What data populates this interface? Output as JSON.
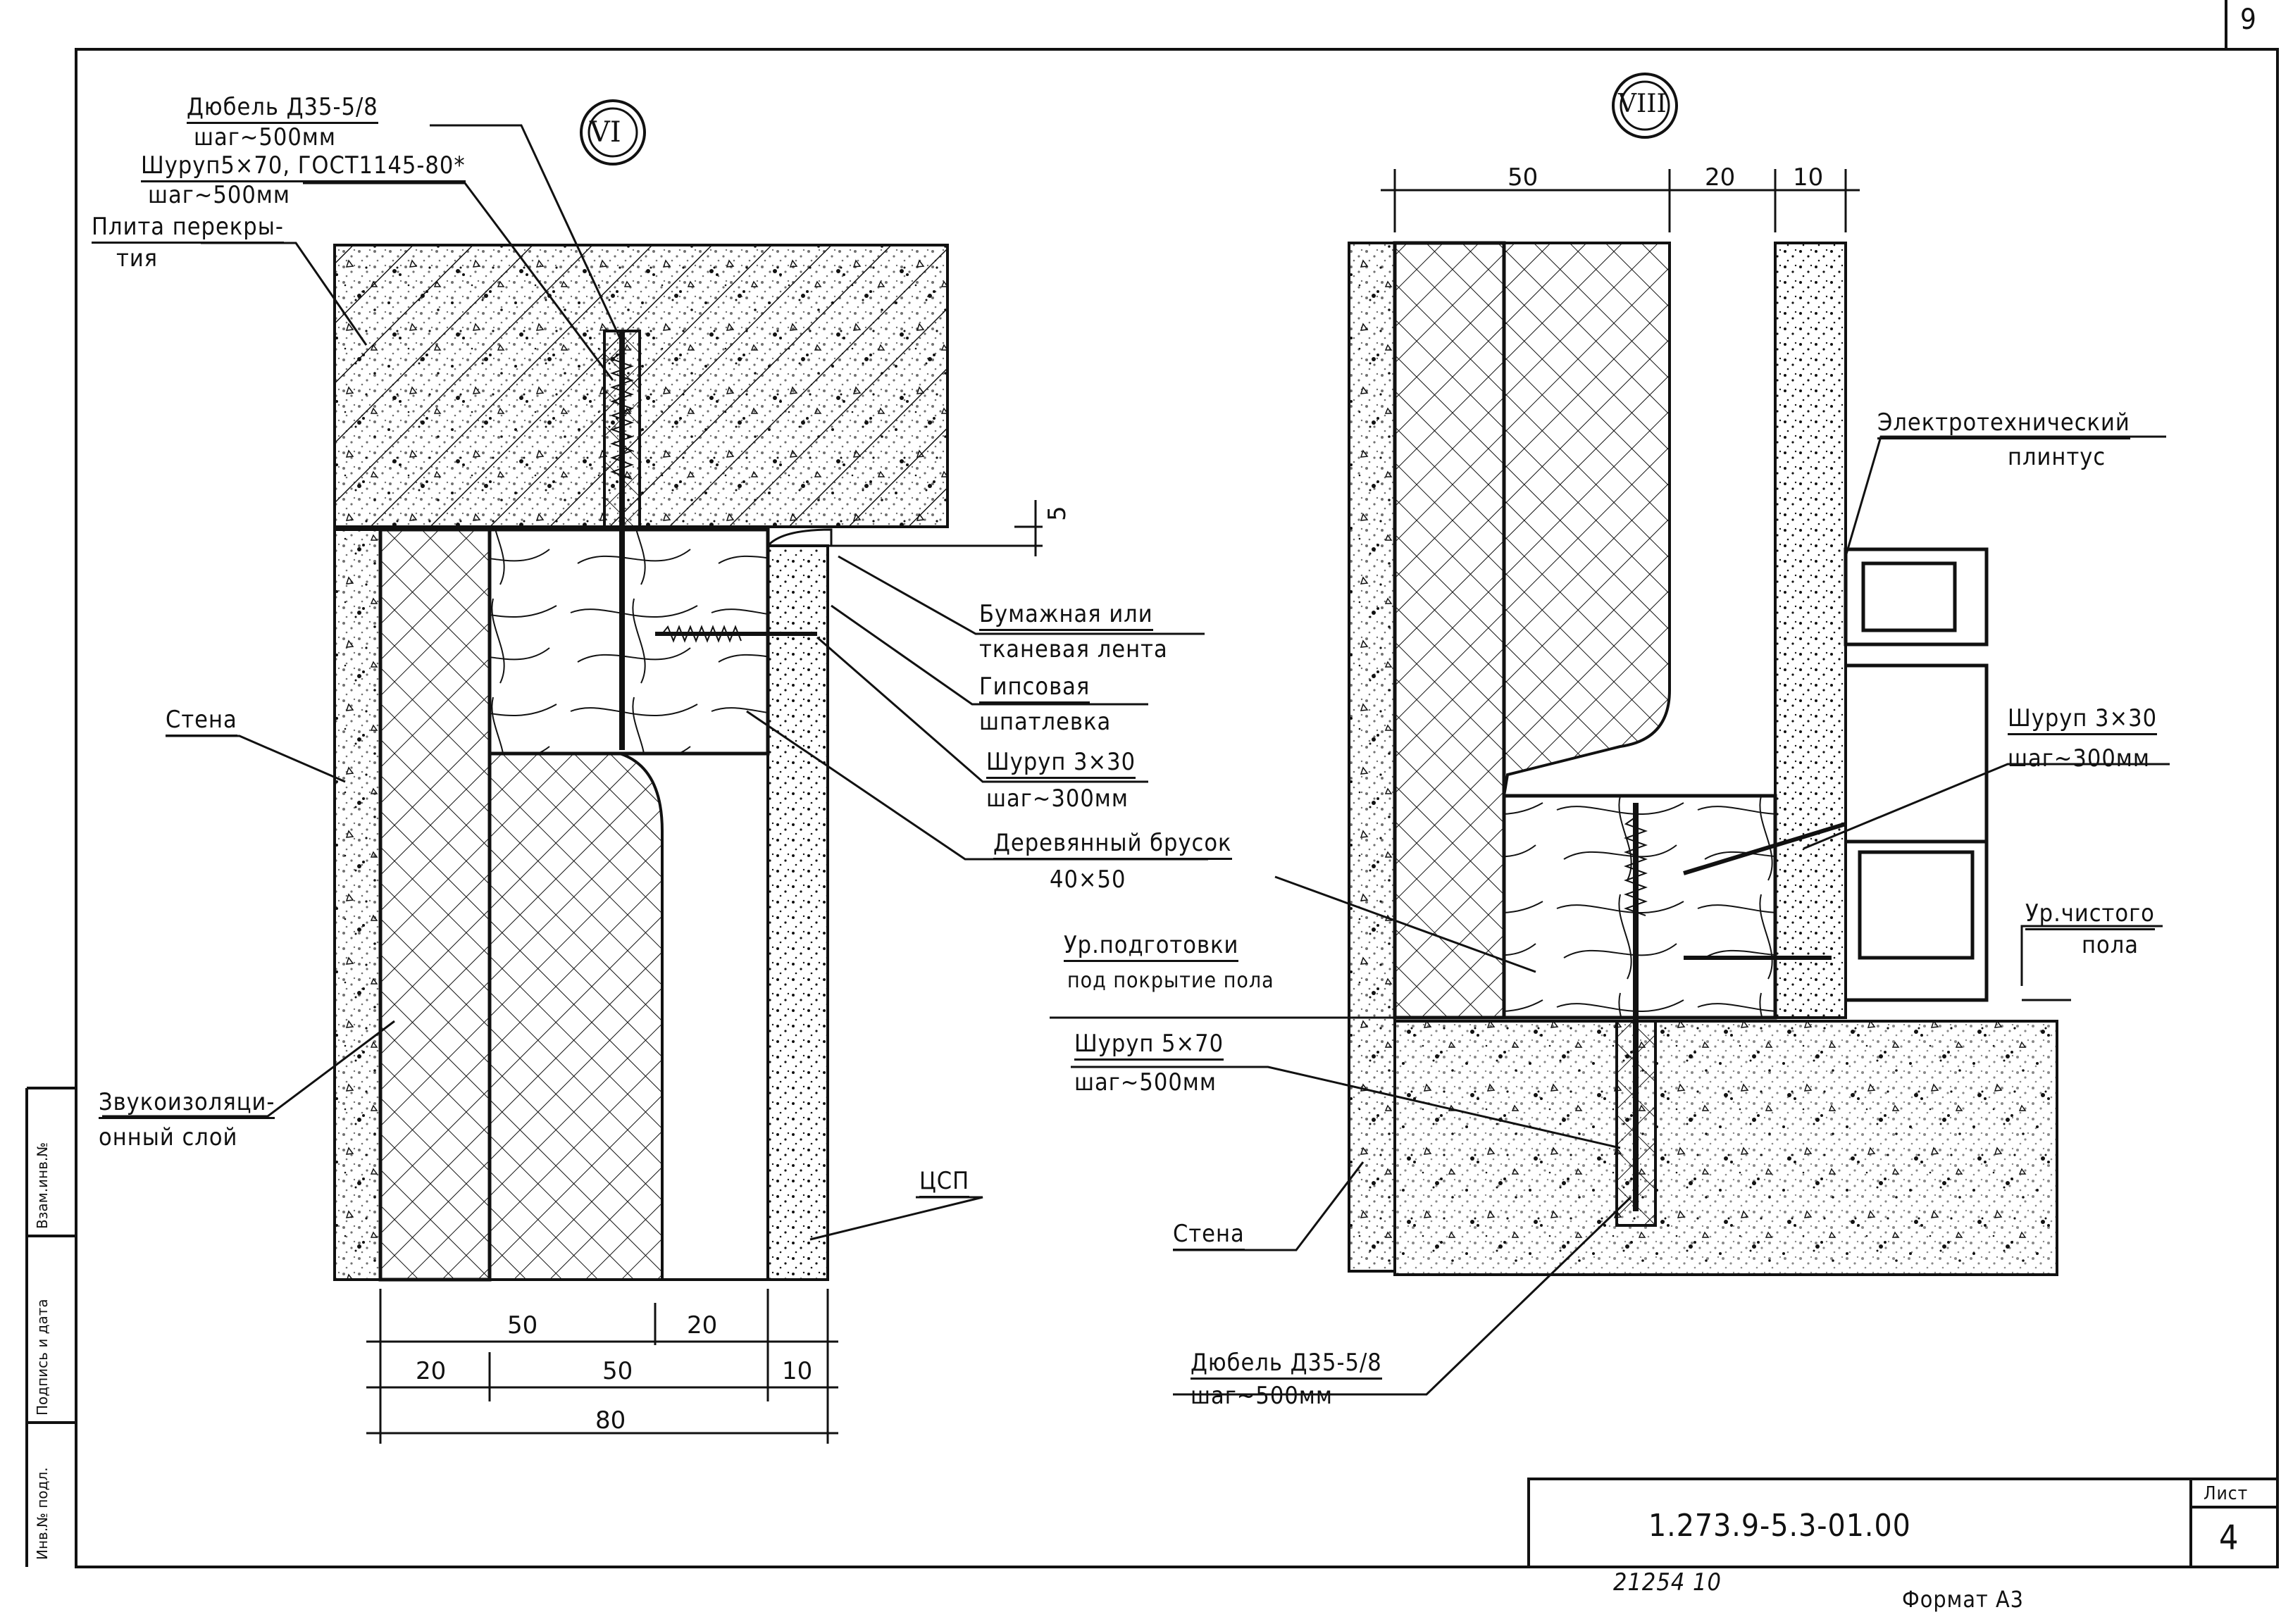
{
  "page": {
    "corner_number": "9",
    "sheet_label": "Лист",
    "sheet_number": "4",
    "doc_code": "1.273.9-5.3-01.00",
    "bottom_left_code": "21254   10",
    "format": "Формат А3"
  },
  "side_stamp": [
    "Инв.№ подл.",
    "Подпись и дата",
    "Взам.инв.№"
  ],
  "detail_vi": {
    "mark": "VI",
    "dowel_title": "Дюбель Д35-5/8",
    "dowel_step": "шаг~500мм",
    "screw_title": "Шуруп5×70, ГОСТ1145-80*",
    "screw_step": "шаг~500мм",
    "slab_1": "Плита перекры-",
    "slab_2": "тия",
    "wall": "Стена",
    "insulation_1": "Звукоизоляци-",
    "insulation_2": "онный слой",
    "tape_1": "Бумажная или",
    "tape_2": "тканевая лента",
    "putty_1": "Гипсовая",
    "putty_2": "шпатлевка",
    "screw2_title": "Шуруп 3×30",
    "screw2_step": "шаг~300мм",
    "bar_1": "Деревянный брусок",
    "bar_2": "40×50",
    "tsp": "ЦСП",
    "dims": {
      "gap": "5",
      "r1a": "50",
      "r1b": "20",
      "r2a": "20",
      "r2b": "50",
      "r2c": "10",
      "total": "80"
    }
  },
  "detail_viii": {
    "mark": "VIII",
    "dims": {
      "a": "50",
      "b": "20",
      "c": "10"
    },
    "plinth_1": "Электротехнический",
    "plinth_2": "плинтус",
    "screw_title": "Шуруп 3×30",
    "screw_step": "шаг~300мм",
    "floor_1": "Ур.чистого",
    "floor_2": "пола",
    "prep_1": "Ур.подготовки",
    "prep_2": "под покрытие пола",
    "screw2_title": "Шуруп 5×70",
    "screw2_step": "шаг~500мм",
    "wall": "Стена",
    "dowel_title": "Дюбель Д35-5/8",
    "dowel_step": "шаг~500мм"
  }
}
